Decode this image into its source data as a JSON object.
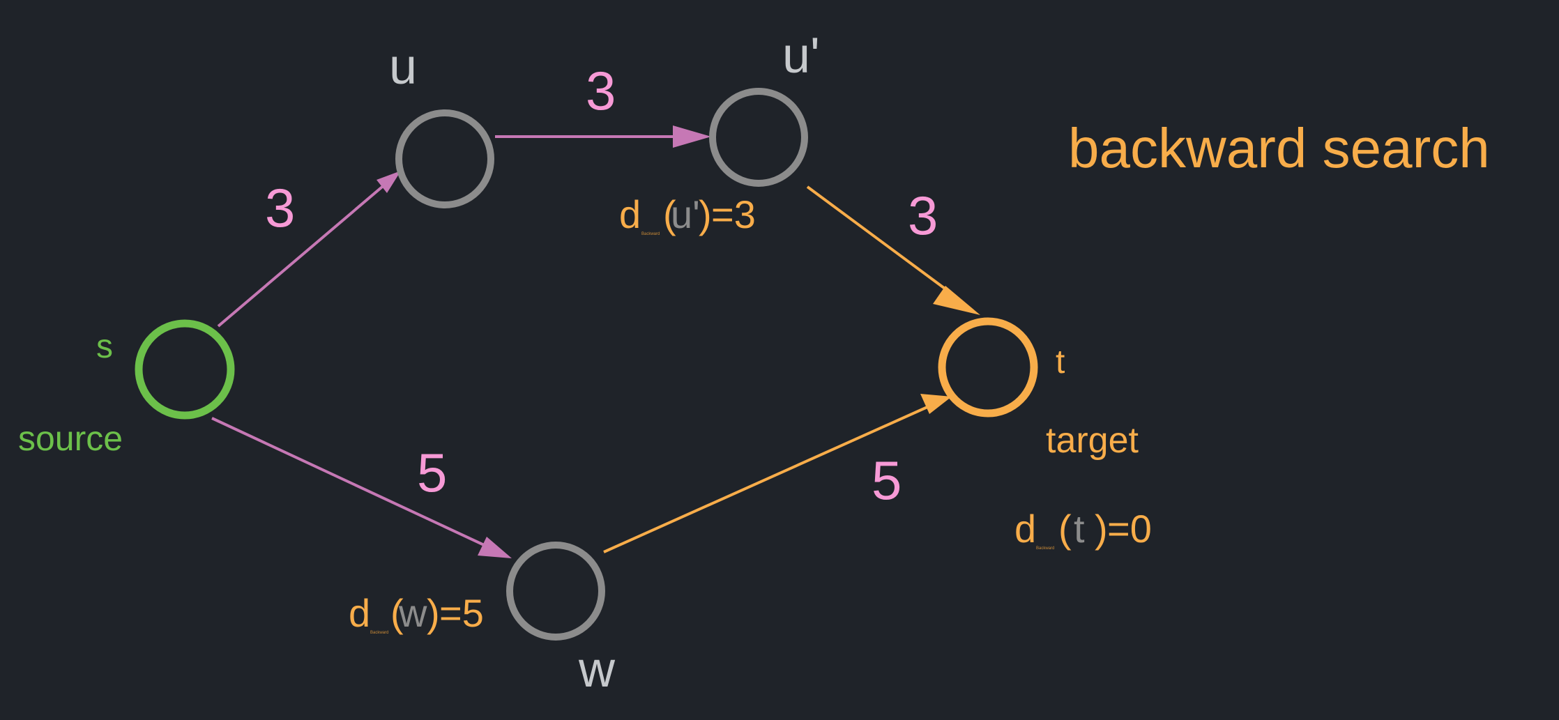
{
  "title": "backward search",
  "colors": {
    "background": "#1f2329",
    "node_gray": "#8c8c8c",
    "source_green": "#6cc04a",
    "target_orange": "#f8ad4a",
    "edge_pink": "#c678b5",
    "weight_pink": "#f79ad6",
    "label_gray": "#c6c9cc",
    "subscript_orange": "#c98a37"
  },
  "nodes": {
    "s": {
      "name": "s",
      "caption": "source"
    },
    "u": {
      "name": "u"
    },
    "u_prime": {
      "name": "u'"
    },
    "w": {
      "name": "w"
    },
    "t": {
      "name": "t",
      "caption": "target"
    }
  },
  "edges": {
    "s_u": {
      "weight": "3"
    },
    "u_uprime": {
      "weight": "3"
    },
    "uprime_t": {
      "weight": "3"
    },
    "s_w": {
      "weight": "5"
    },
    "w_t": {
      "weight": "5"
    }
  },
  "distances": {
    "u_prime": {
      "d": "d",
      "sub": "Backward",
      "open": "(",
      "node": "u'",
      "close": ")",
      "value": "=3"
    },
    "w": {
      "d": "d",
      "sub": "Backward",
      "open": "(",
      "node": "w",
      "close": ")",
      "value": "=5"
    },
    "t": {
      "d": "d",
      "sub": "Backward",
      "open": "(",
      "node": "t",
      "close": ")",
      "value": "=0"
    }
  }
}
